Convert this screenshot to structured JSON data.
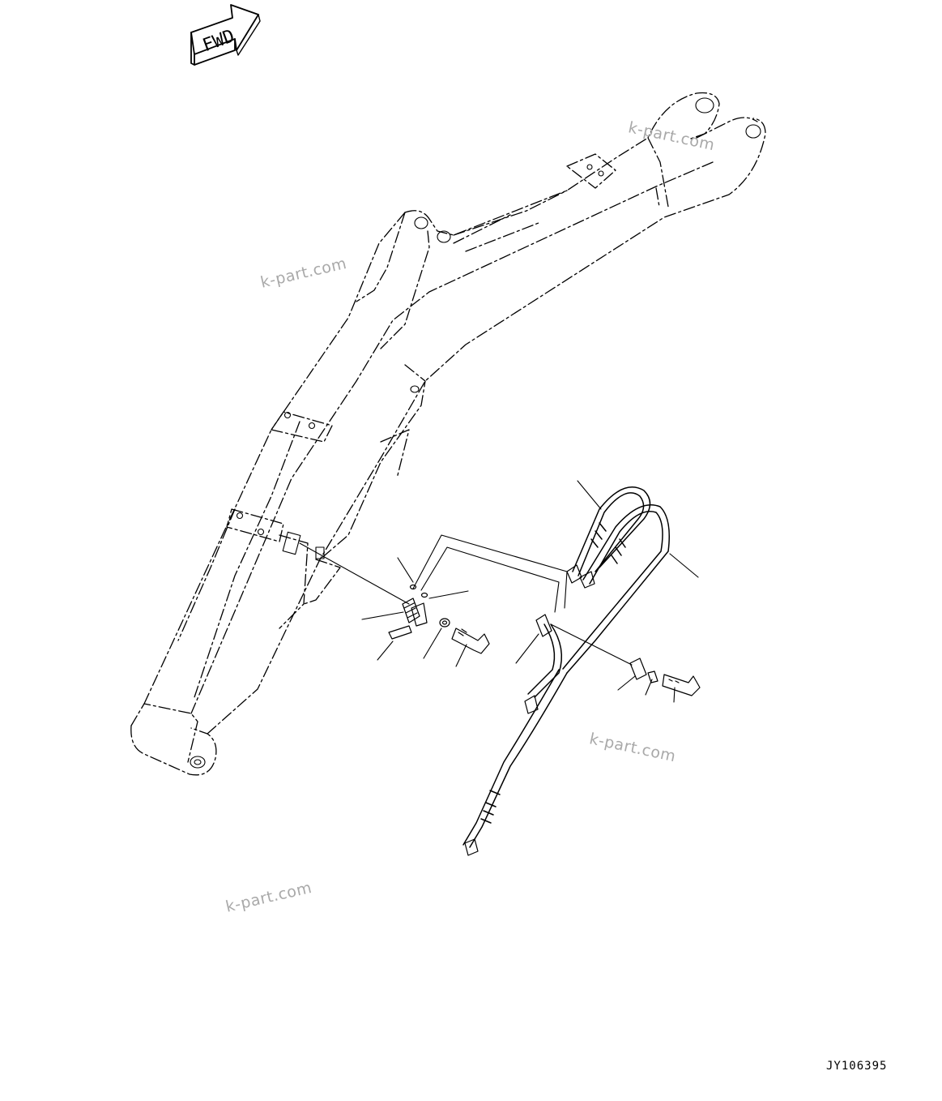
{
  "direction_arrow": {
    "label": "FWD"
  },
  "watermarks": [
    "k-part.com",
    "k-part.com",
    "k-part.com",
    "k-part.com"
  ],
  "drawing_id": "JY106395",
  "colors": {
    "line": "#000000",
    "watermark": "#a9a9a9",
    "background": "#ffffff"
  }
}
